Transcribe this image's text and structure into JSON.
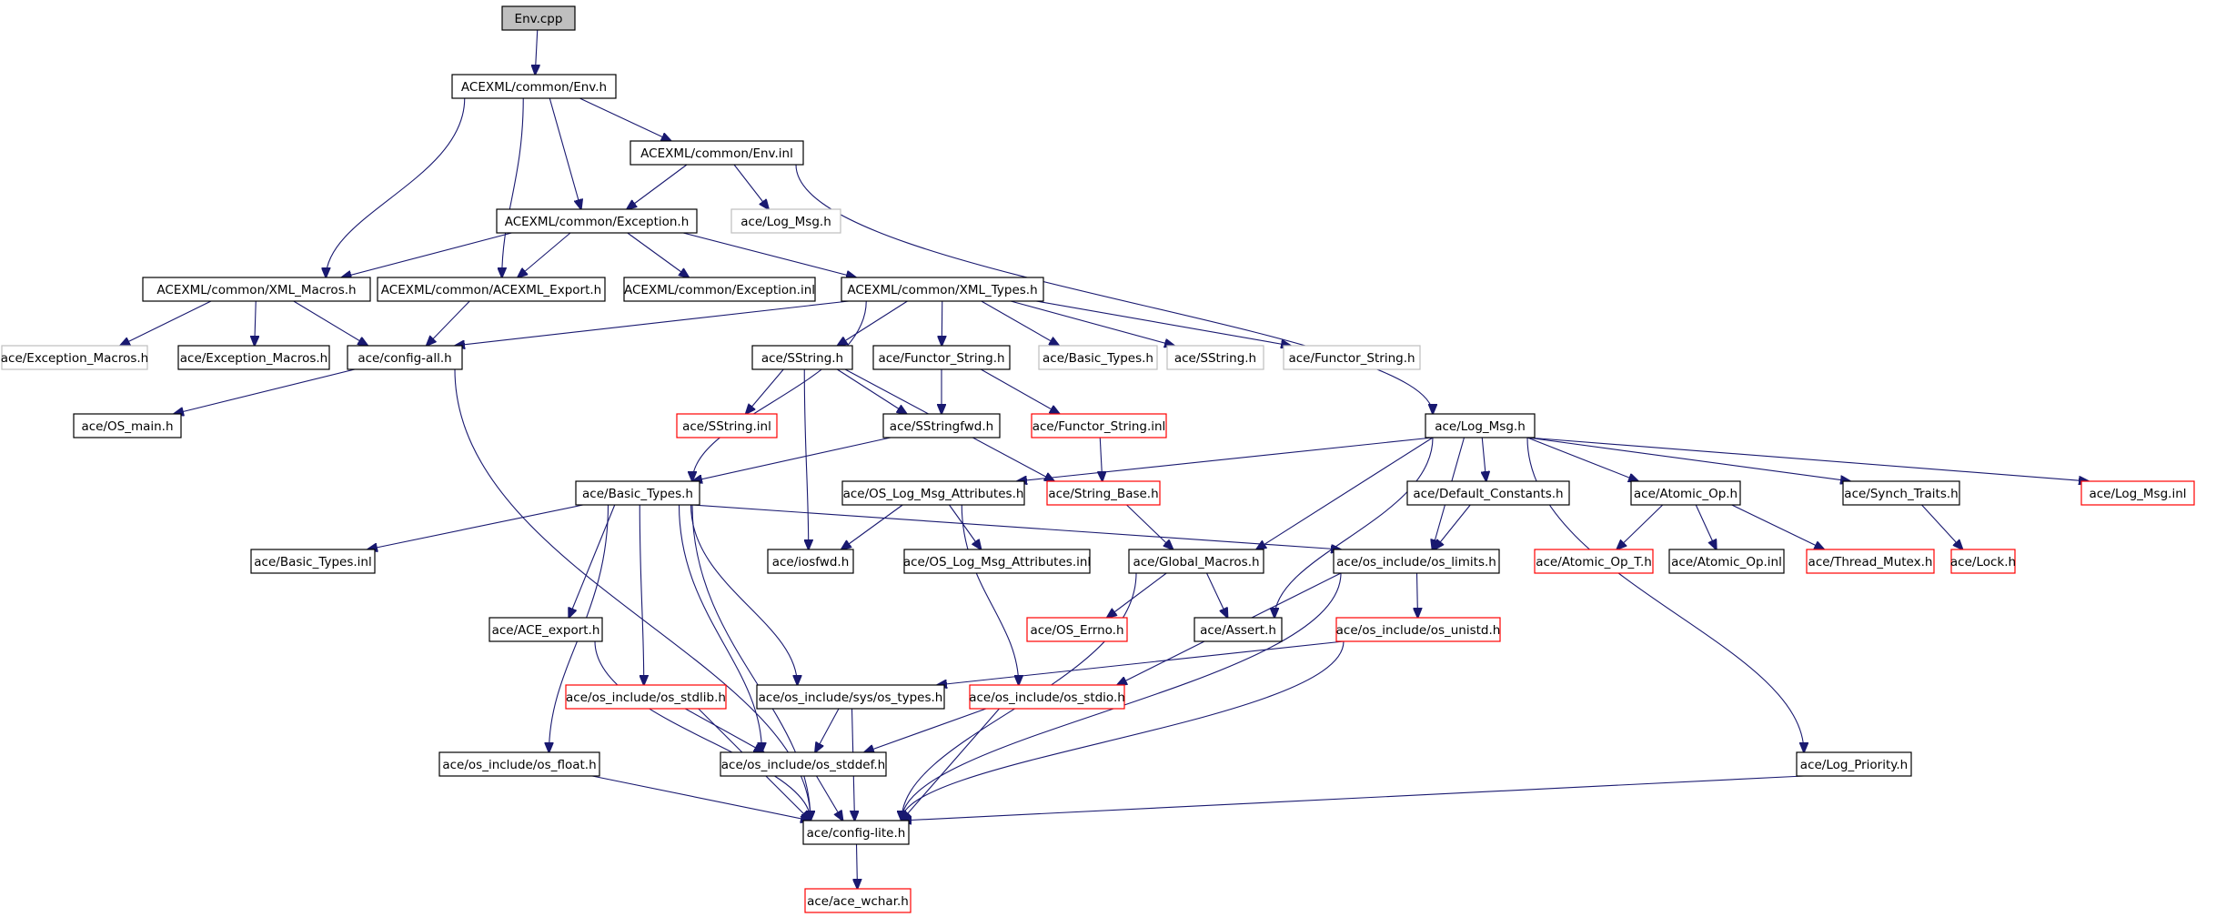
{
  "title": "",
  "diagram": {
    "nodes": [
      {
        "id": "env_cpp",
        "label": "Env.cpp",
        "style": "root"
      },
      {
        "id": "env_h",
        "label": "ACEXML/common/Env.h",
        "style": "black"
      },
      {
        "id": "env_inl",
        "label": "ACEXML/common/Env.inl",
        "style": "black"
      },
      {
        "id": "exc_h",
        "label": "ACEXML/common/Exception.h",
        "style": "black"
      },
      {
        "id": "logmsg_grey",
        "label": "ace/Log_Msg.h",
        "style": "grey"
      },
      {
        "id": "xml_macros",
        "label": "ACEXML/common/XML_Macros.h",
        "style": "black"
      },
      {
        "id": "acexml_export",
        "label": "ACEXML/common/ACEXML_Export.h",
        "style": "black"
      },
      {
        "id": "exc_inl",
        "label": "ACEXML/common/Exception.inl",
        "style": "black"
      },
      {
        "id": "xml_types",
        "label": "ACEXML/common/XML_Types.h",
        "style": "black"
      },
      {
        "id": "exc_macros_grey",
        "label": "ace/Exception_Macros.h",
        "style": "grey"
      },
      {
        "id": "exc_macros",
        "label": "ace/Exception_Macros.h",
        "style": "black"
      },
      {
        "id": "config_all",
        "label": "ace/config-all.h",
        "style": "black"
      },
      {
        "id": "sstring",
        "label": "ace/SString.h",
        "style": "black"
      },
      {
        "id": "functor_string",
        "label": "ace/Functor_String.h",
        "style": "black"
      },
      {
        "id": "basic_types_grey",
        "label": "ace/Basic_Types.h",
        "style": "grey"
      },
      {
        "id": "sstring_grey",
        "label": "ace/SString.h",
        "style": "grey"
      },
      {
        "id": "functor_string_grey",
        "label": "ace/Functor_String.h",
        "style": "grey"
      },
      {
        "id": "os_main",
        "label": "ace/OS_main.h",
        "style": "black"
      },
      {
        "id": "sstring_inl",
        "label": "ace/SString.inl",
        "style": "red"
      },
      {
        "id": "sstringfwd",
        "label": "ace/SStringfwd.h",
        "style": "black"
      },
      {
        "id": "functor_string_inl",
        "label": "ace/Functor_String.inl",
        "style": "red"
      },
      {
        "id": "log_msg",
        "label": "ace/Log_Msg.h",
        "style": "black"
      },
      {
        "id": "basic_types",
        "label": "ace/Basic_Types.h",
        "style": "black"
      },
      {
        "id": "os_log_msg_attr",
        "label": "ace/OS_Log_Msg_Attributes.h",
        "style": "black"
      },
      {
        "id": "string_base",
        "label": "ace/String_Base.h",
        "style": "red"
      },
      {
        "id": "default_constants",
        "label": "ace/Default_Constants.h",
        "style": "black"
      },
      {
        "id": "atomic_op",
        "label": "ace/Atomic_Op.h",
        "style": "black"
      },
      {
        "id": "synch_traits",
        "label": "ace/Synch_Traits.h",
        "style": "black"
      },
      {
        "id": "log_msg_inl",
        "label": "ace/Log_Msg.inl",
        "style": "red"
      },
      {
        "id": "basic_types_inl",
        "label": "ace/Basic_Types.inl",
        "style": "black"
      },
      {
        "id": "iosfwd",
        "label": "ace/iosfwd.h",
        "style": "black"
      },
      {
        "id": "os_log_msg_attr_inl",
        "label": "ace/OS_Log_Msg_Attributes.inl",
        "style": "black"
      },
      {
        "id": "global_macros",
        "label": "ace/Global_Macros.h",
        "style": "black"
      },
      {
        "id": "os_limits",
        "label": "ace/os_include/os_limits.h",
        "style": "black"
      },
      {
        "id": "atomic_op_t",
        "label": "ace/Atomic_Op_T.h",
        "style": "red"
      },
      {
        "id": "atomic_op_inl",
        "label": "ace/Atomic_Op.inl",
        "style": "black"
      },
      {
        "id": "thread_mutex",
        "label": "ace/Thread_Mutex.h",
        "style": "red"
      },
      {
        "id": "lock",
        "label": "ace/Lock.h",
        "style": "red"
      },
      {
        "id": "ace_export",
        "label": "ace/ACE_export.h",
        "style": "black"
      },
      {
        "id": "os_errno",
        "label": "ace/OS_Errno.h",
        "style": "red"
      },
      {
        "id": "assert",
        "label": "ace/Assert.h",
        "style": "black"
      },
      {
        "id": "os_unistd",
        "label": "ace/os_include/os_unistd.h",
        "style": "red"
      },
      {
        "id": "os_stdlib",
        "label": "ace/os_include/os_stdlib.h",
        "style": "red"
      },
      {
        "id": "sys_os_types",
        "label": "ace/os_include/sys/os_types.h",
        "style": "black"
      },
      {
        "id": "os_stdio",
        "label": "ace/os_include/os_stdio.h",
        "style": "red"
      },
      {
        "id": "os_float",
        "label": "ace/os_include/os_float.h",
        "style": "black"
      },
      {
        "id": "os_stddef",
        "label": "ace/os_include/os_stddef.h",
        "style": "black"
      },
      {
        "id": "log_priority",
        "label": "ace/Log_Priority.h",
        "style": "black"
      },
      {
        "id": "config_lite",
        "label": "ace/config-lite.h",
        "style": "black"
      },
      {
        "id": "ace_wchar",
        "label": "ace/ace_wchar.h",
        "style": "red"
      }
    ],
    "edges": [
      [
        "env_cpp",
        "env_h"
      ],
      [
        "env_h",
        "env_inl"
      ],
      [
        "env_h",
        "exc_h"
      ],
      [
        "env_h",
        "xml_macros"
      ],
      [
        "env_h",
        "acexml_export"
      ],
      [
        "env_inl",
        "exc_h"
      ],
      [
        "env_inl",
        "logmsg_grey"
      ],
      [
        "env_inl",
        "log_msg"
      ],
      [
        "exc_h",
        "xml_macros"
      ],
      [
        "exc_h",
        "acexml_export"
      ],
      [
        "exc_h",
        "exc_inl"
      ],
      [
        "exc_h",
        "xml_types"
      ],
      [
        "xml_macros",
        "exc_macros_grey"
      ],
      [
        "xml_macros",
        "exc_macros"
      ],
      [
        "xml_macros",
        "config_all"
      ],
      [
        "acexml_export",
        "config_all"
      ],
      [
        "xml_types",
        "config_all"
      ],
      [
        "xml_types",
        "sstring"
      ],
      [
        "xml_types",
        "functor_string"
      ],
      [
        "xml_types",
        "basic_types_grey"
      ],
      [
        "xml_types",
        "sstring_grey"
      ],
      [
        "xml_types",
        "functor_string_grey"
      ],
      [
        "xml_types",
        "basic_types"
      ],
      [
        "config_all",
        "os_main"
      ],
      [
        "config_all",
        "config_lite"
      ],
      [
        "sstring",
        "sstring_inl"
      ],
      [
        "sstring",
        "sstringfwd"
      ],
      [
        "sstring",
        "string_base"
      ],
      [
        "sstring",
        "iosfwd"
      ],
      [
        "functor_string",
        "sstringfwd"
      ],
      [
        "functor_string",
        "functor_string_inl"
      ],
      [
        "functor_string_inl",
        "string_base"
      ],
      [
        "sstringfwd",
        "basic_types"
      ],
      [
        "string_base",
        "global_macros"
      ],
      [
        "log_msg",
        "os_log_msg_attr"
      ],
      [
        "log_msg",
        "default_constants"
      ],
      [
        "log_msg",
        "atomic_op"
      ],
      [
        "log_msg",
        "synch_traits"
      ],
      [
        "log_msg",
        "log_msg_inl"
      ],
      [
        "log_msg",
        "global_macros"
      ],
      [
        "log_msg",
        "os_limits"
      ],
      [
        "log_msg",
        "assert"
      ],
      [
        "log_msg",
        "log_priority"
      ],
      [
        "basic_types",
        "basic_types_inl"
      ],
      [
        "basic_types",
        "os_limits"
      ],
      [
        "basic_types",
        "ace_export"
      ],
      [
        "basic_types",
        "os_stdlib"
      ],
      [
        "basic_types",
        "sys_os_types"
      ],
      [
        "basic_types",
        "os_stddef"
      ],
      [
        "basic_types",
        "os_float"
      ],
      [
        "basic_types",
        "config_lite"
      ],
      [
        "os_log_msg_attr",
        "iosfwd"
      ],
      [
        "os_log_msg_attr",
        "os_log_msg_attr_inl"
      ],
      [
        "os_log_msg_attr",
        "os_stdio"
      ],
      [
        "default_constants",
        "os_limits"
      ],
      [
        "atomic_op",
        "atomic_op_t"
      ],
      [
        "atomic_op",
        "atomic_op_inl"
      ],
      [
        "atomic_op",
        "thread_mutex"
      ],
      [
        "synch_traits",
        "lock"
      ],
      [
        "global_macros",
        "os_errno"
      ],
      [
        "global_macros",
        "assert"
      ],
      [
        "global_macros",
        "config_lite"
      ],
      [
        "os_limits",
        "os_unistd"
      ],
      [
        "os_limits",
        "os_stdio"
      ],
      [
        "os_limits",
        "config_lite"
      ],
      [
        "os_unistd",
        "sys_os_types"
      ],
      [
        "os_unistd",
        "config_lite"
      ],
      [
        "ace_export",
        "config_lite"
      ],
      [
        "os_stdlib",
        "os_stddef"
      ],
      [
        "os_stdlib",
        "config_lite"
      ],
      [
        "sys_os_types",
        "os_stddef"
      ],
      [
        "sys_os_types",
        "config_lite"
      ],
      [
        "os_stdio",
        "os_stddef"
      ],
      [
        "os_stdio",
        "config_lite"
      ],
      [
        "os_float",
        "config_lite"
      ],
      [
        "os_stddef",
        "config_lite"
      ],
      [
        "log_priority",
        "config_lite"
      ],
      [
        "config_lite",
        "ace_wchar"
      ]
    ]
  }
}
